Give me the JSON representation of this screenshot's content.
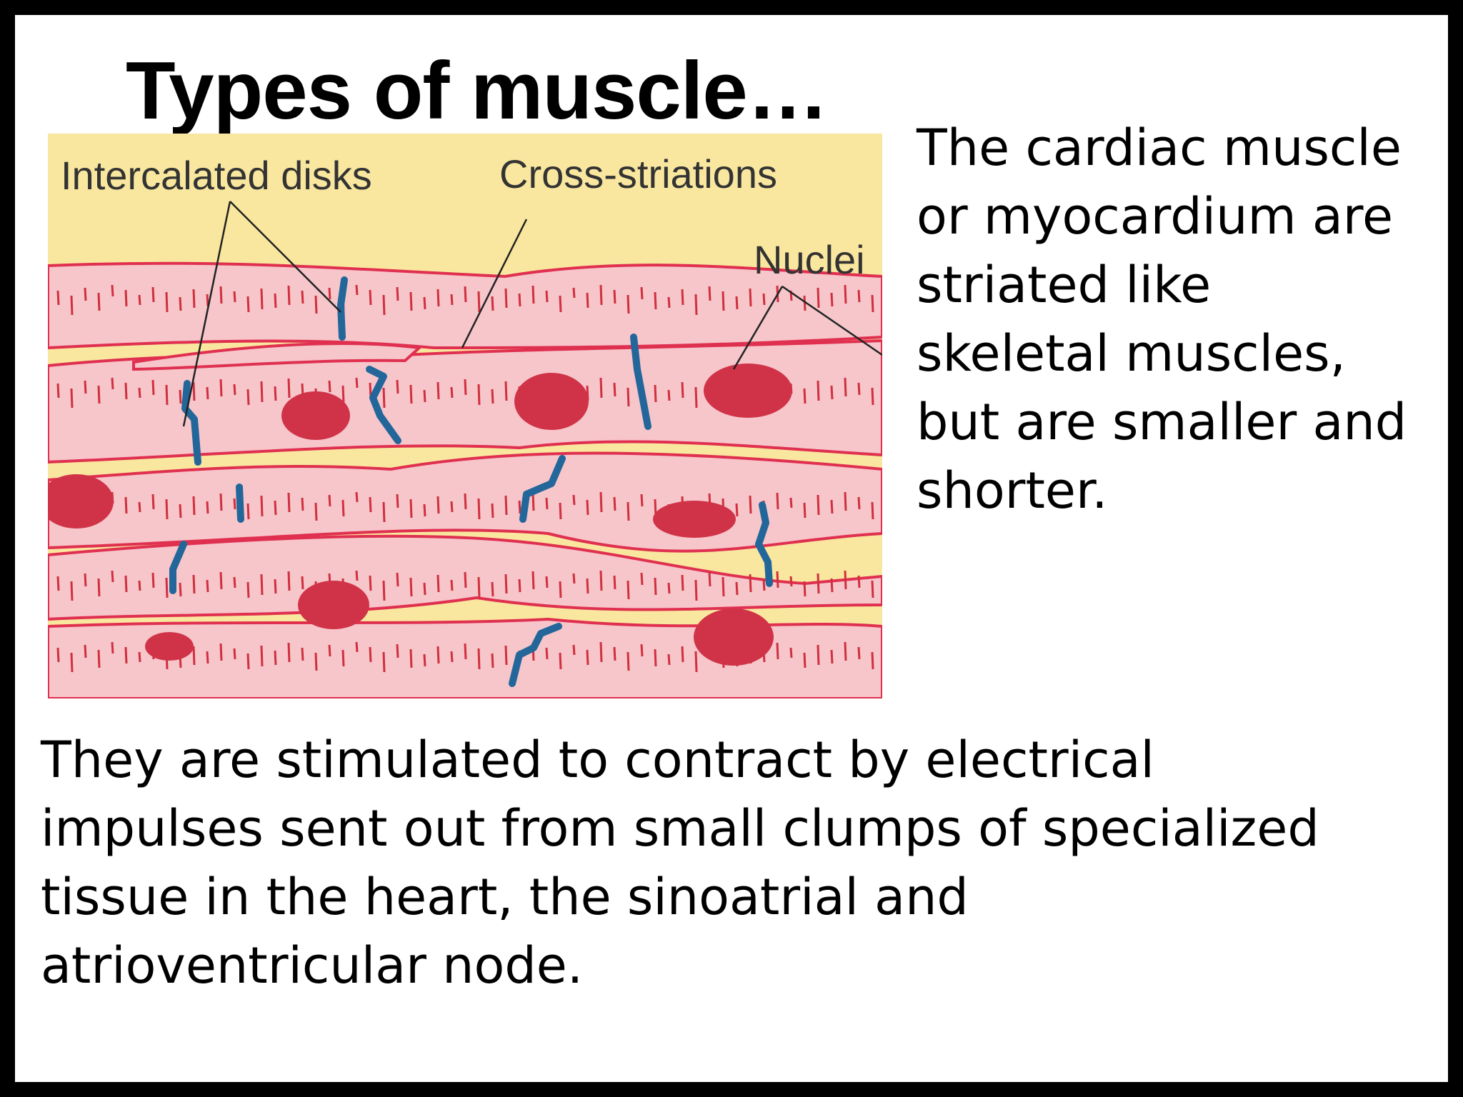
{
  "slide": {
    "title": "Types of muscle…",
    "side_text": "The cardiac muscle\nor myocardium are\nstriated like\nskeletal muscles,\nbut are smaller and\nshorter.",
    "bottom_text": "They are stimulated to contract by electrical\nimpulses sent out from small clumps of specialized\ntissue in the heart, the sinoatrial  and\natrioventricular node."
  },
  "diagram": {
    "labels": {
      "intercalated": "Intercalated disks",
      "striations": "Cross-striations",
      "nuclei": "Nuclei"
    },
    "colors": {
      "background": "#f9e79f",
      "fiber": "#f6c6cb",
      "membrane": "#e03050",
      "nucleus": "#d03348",
      "disk": "#23669a",
      "striation": "#d0303e"
    }
  }
}
